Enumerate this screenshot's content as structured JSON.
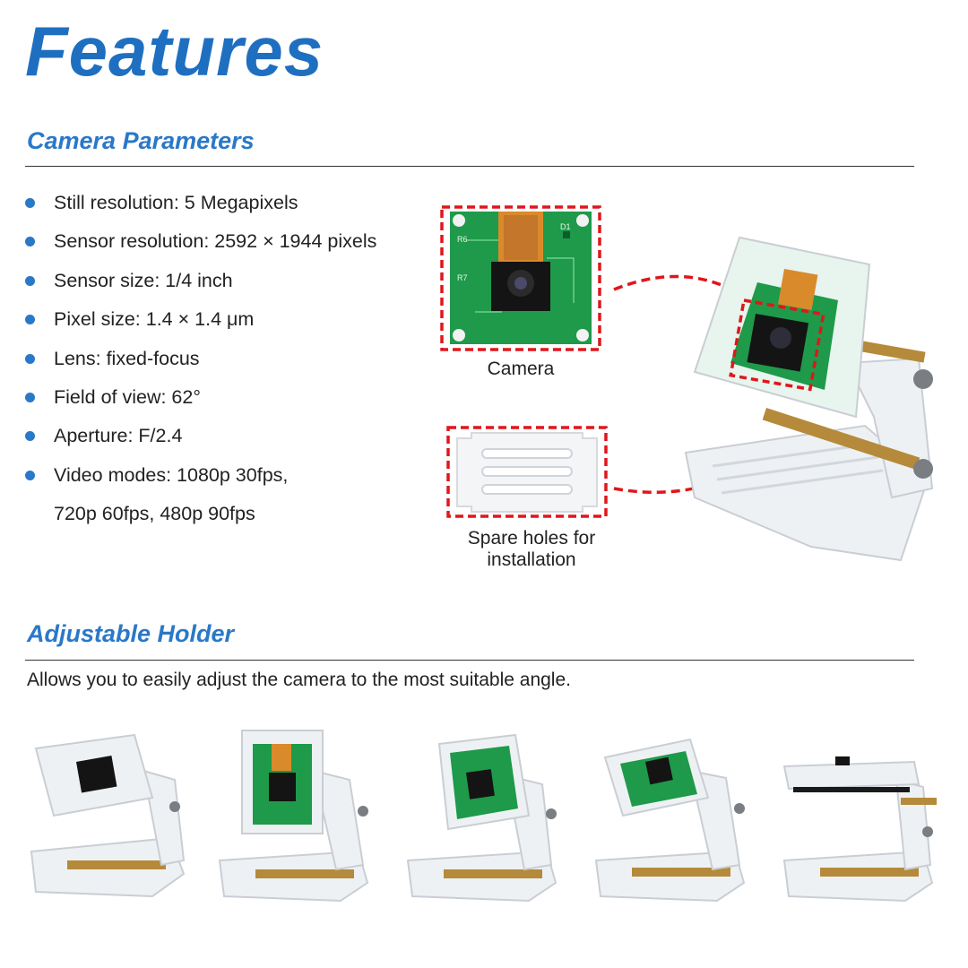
{
  "title": "Features",
  "camera_section": {
    "heading": "Camera Parameters",
    "specs": [
      "Still resolution: 5 Megapixels",
      "Sensor resolution: 2592 × 1944 pixels",
      "Sensor size: 1/4 inch",
      "Pixel size: 1.4 × 1.4 μm",
      "Lens: fixed-focus",
      "Field of view: 62°",
      "Aperture: F/2.4",
      "Video modes: 1080p 30fps,"
    ],
    "spec_continuation": "720p 60fps, 480p 90fps",
    "pcb_silkscreen": [
      "R6",
      "R7",
      "D1"
    ],
    "camera_caption": "Camera",
    "spare_caption_line1": "Spare holes for",
    "spare_caption_line2": "installation"
  },
  "holder_section": {
    "heading": "Adjustable Holder",
    "description": "Allows you to easily adjust the camera to the most suitable angle.",
    "angle_views": 5
  },
  "colors": {
    "title_blue": "#1f6fc1",
    "heading_blue": "#2a78c8",
    "highlight_red": "#e0161b",
    "pcb_green": "#1e9a4a",
    "brass": "#b58a3a"
  }
}
